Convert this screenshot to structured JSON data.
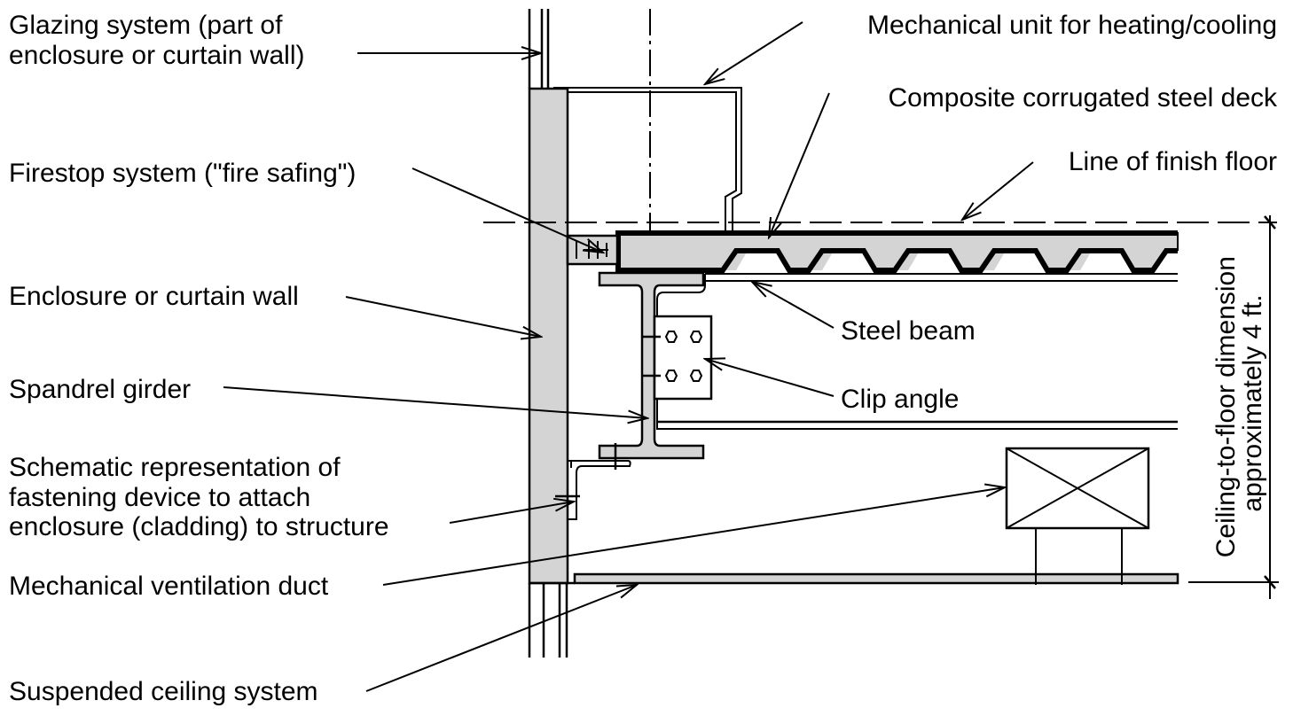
{
  "colors": {
    "fill": "#d4d4d4",
    "line": "#000000"
  },
  "labels": {
    "glazing": [
      "Glazing system (part of",
      "enclosure or curtain wall)"
    ],
    "mechanical_unit": "Mechanical unit for heating/cooling",
    "composite_deck": "Composite corrugated steel deck",
    "finish_floor": "Line of finish floor",
    "firestop": "Firestop system (\"fire safing\")",
    "enclosure": "Enclosure or curtain wall",
    "steel_beam": "Steel beam",
    "spandrel": "Spandrel girder",
    "clip_angle": "Clip angle",
    "fastening": [
      "Schematic representation of",
      "fastening device to attach",
      "enclosure (cladding) to structure"
    ],
    "ventilation_duct": "Mechanical ventilation duct",
    "ceiling": "Suspended ceiling system",
    "dimension": [
      "Ceiling-to-floor dimension",
      "approximately 4 ft."
    ]
  }
}
